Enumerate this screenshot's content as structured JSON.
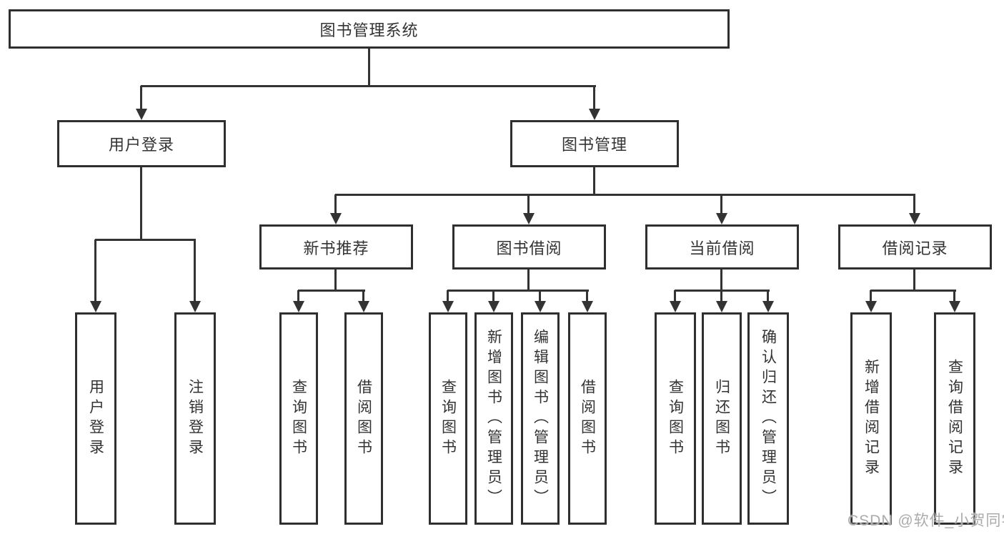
{
  "colors": {
    "line": "#333333",
    "border": "#2f2f2f",
    "text": "#333333",
    "background": "#ffffff",
    "watermark": "#ababab"
  },
  "watermark": {
    "text": "CSDN @软件_小贺同学"
  },
  "tree": {
    "root": {
      "label": "图书管理系统"
    },
    "branches": [
      {
        "label": "用户登录",
        "children": [
          {
            "label": "用户登录"
          },
          {
            "label": "注销登录"
          }
        ]
      },
      {
        "label": "图书管理",
        "sections": [
          {
            "label": "新书推荐",
            "children": [
              {
                "label": "查询图书"
              },
              {
                "label": "借阅图书"
              }
            ]
          },
          {
            "label": "图书借阅",
            "children": [
              {
                "label": "查询图书"
              },
              {
                "label": "新增图书（管理员）"
              },
              {
                "label": "编辑图书（管理员）"
              },
              {
                "label": "借阅图书"
              }
            ]
          },
          {
            "label": "当前借阅",
            "children": [
              {
                "label": "查询图书"
              },
              {
                "label": "归还图书"
              },
              {
                "label": "确认归还（管理员）"
              }
            ]
          },
          {
            "label": "借阅记录",
            "children": [
              {
                "label": "新增借阅记录"
              },
              {
                "label": "查询借阅记录"
              }
            ]
          }
        ]
      }
    ]
  }
}
